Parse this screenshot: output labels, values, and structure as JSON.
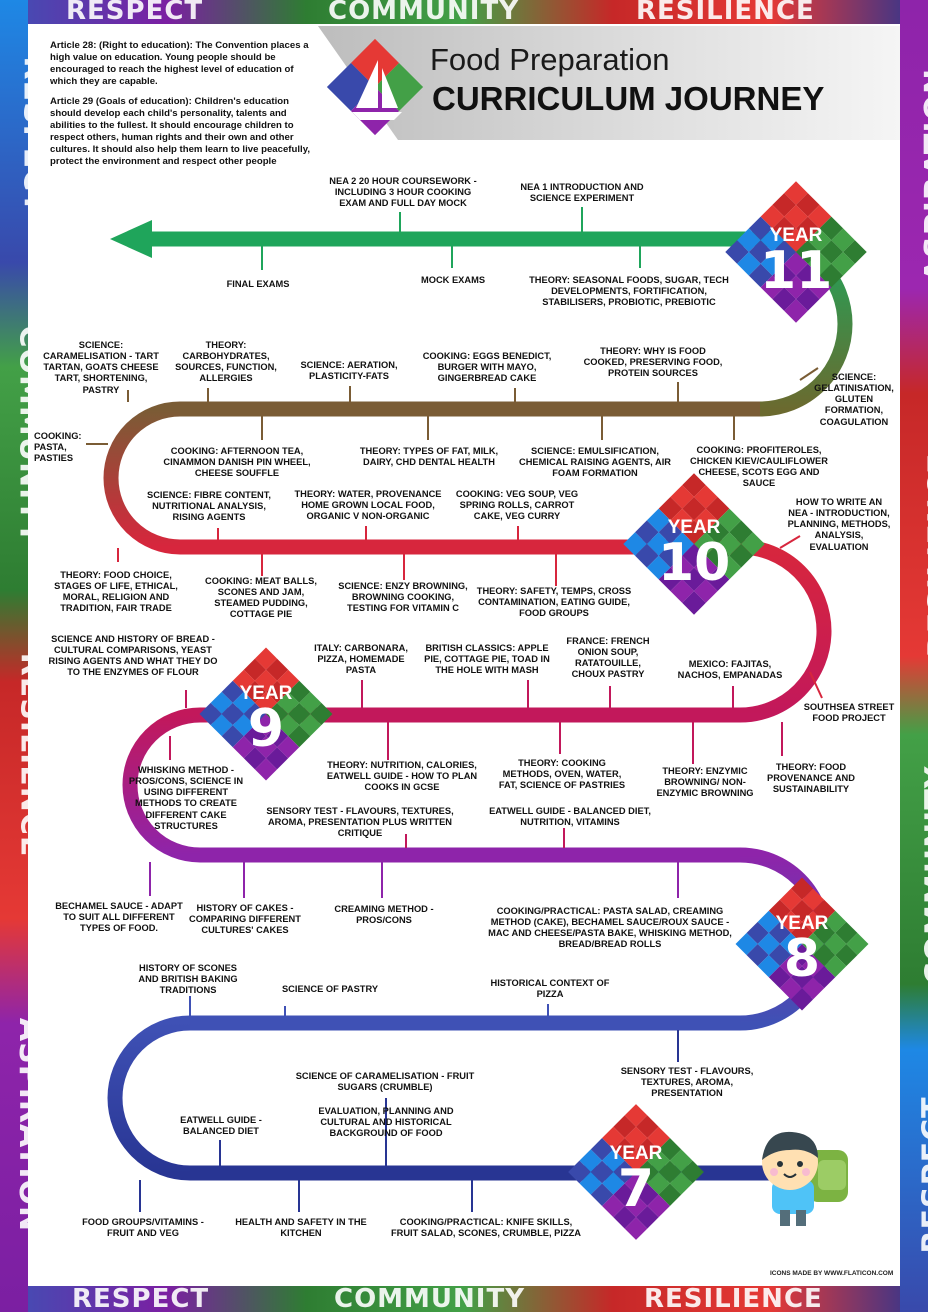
{
  "border": {
    "respect": "RESPECT",
    "community": "COMMUNITY",
    "resilience": "RESILIENCE",
    "aspiration": "ASPIRATION"
  },
  "intro": {
    "article28": "Article 28: (Right to education): The Convention places a high value on education. Young people should be encouraged to reach the highest level of education of which they are capable.",
    "article29": "Article 29 (Goals of education): Children's education should develop each child's personality, talents and abilities to the fullest. It should encourage children to respect others, human rights and their own and other cultures. It should also help them learn to live peacefully, protect the environment and respect other people"
  },
  "title": {
    "line1": "Food Preparation",
    "line2": "CURRICULUM JOURNEY"
  },
  "years": {
    "year_word": "YEAR",
    "y11": "11",
    "y10": "10",
    "y9": "9",
    "y8": "8",
    "y7": "7"
  },
  "labels": {
    "y11_final_exams": "FINAL EXAMS",
    "y11_nea2": "NEA 2 20 HOUR COURSEWORK - INCLUDING 3 HOUR COOKING EXAM AND FULL DAY MOCK",
    "y11_mock": "MOCK EXAMS",
    "y11_nea1": "NEA 1 INTRODUCTION AND SCIENCE EXPERIMENT",
    "y11_theory_seasonal": "THEORY: SEASONAL FOODS, SUGAR, TECH DEVELOPMENTS, FORTIFICATION, STABILISERS, PROBIOTIC, PREBIOTIC",
    "y10_sci_gel": "SCIENCE: GELATINISATION, GLUTEN FORMATION, COAGULATION",
    "y10_theory_why": "THEORY: WHY IS FOOD COOKED, PRESERVING FOOD, PROTEIN SOURCES",
    "y10_cooking_eggs": "COOKING: EGGS BENEDICT, BURGER WITH MAYO, GINGERBREAD CAKE",
    "y10_sci_aeration": "SCIENCE: AERATION, PLASTICITY-FATS",
    "y10_theory_carbs": "THEORY: CARBOHYDRATES, SOURCES, FUNCTION, ALLERGIES",
    "y10_sci_caramel": "SCIENCE: CARAMELISATION - TART TARTAN, GOATS CHEESE TART, SHORTENING, PASTRY",
    "y10_cooking_pasta": "COOKING: PASTA, PASTIES",
    "y10_cooking_afternoon": "COOKING: AFTERNOON TEA, CINAMMON DANISH PIN WHEEL, CHEESE SOUFFLE",
    "y10_theory_fat": "THEORY: TYPES OF FAT, MILK, DAIRY, CHD DENTAL HEALTH",
    "y10_sci_emulsification": "SCIENCE: EMULSIFICATION, CHEMICAL RAISING AGENTS, AIR FOAM FORMATION",
    "y10_cooking_profiteroles": "COOKING: PROFITEROLES, CHICKEN KIEV/CAULIFLOWER CHEESE, SCOTS EGG AND SAUCE",
    "y10_how_nea": "HOW TO WRITE AN NEA - INTRODUCTION, PLANNING, METHODS, ANALYSIS, EVALUATION",
    "y10_cooking_veg": "COOKING: VEG SOUP, VEG SPRING ROLLS, CARROT CAKE, VEG CURRY",
    "y10_theory_water": "THEORY: WATER, PROVENANCE HOME GROWN LOCAL FOOD, ORGANIC V NON-ORGANIC",
    "y10_sci_fibre": "SCIENCE: FIBRE CONTENT, NUTRITIONAL ANALYSIS, RISING AGENTS",
    "y10_theory_choice": "THEORY: FOOD CHOICE, STAGES OF LIFE, ETHICAL, MORAL, RELIGION AND TRADITION, FAIR TRADE",
    "y10_cooking_meat": "COOKING: MEAT BALLS, SCONES AND JAM, STEAMED PUDDING, COTTAGE PIE",
    "y10_sci_enzy": "SCIENCE: ENZY BROWNING, BROWNING COOKING, TESTING FOR VITAMIN C",
    "y10_theory_safety": "THEORY: SAFETY, TEMPS, CROSS CONTAMINATION, EATING GUIDE, FOOD GROUPS",
    "y9_southsea": "SOUTHSEA STREET FOOD PROJECT",
    "y9_mexico": "MEXICO: FAJITAS, NACHOS, EMPANADAS",
    "y9_france": "FRANCE: FRENCH ONION SOUP, RATATOUILLE, CHOUX PASTRY",
    "y9_british": "BRITISH CLASSICS: APPLE PIE, COTTAGE PIE, TOAD IN THE HOLE WITH MASH",
    "y9_italy": "ITALY: CARBONARA, PIZZA, HOMEMADE PASTA",
    "y9_bread": "SCIENCE AND HISTORY OF BREAD - CULTURAL COMPARISONS, YEAST RISING AGENTS AND WHAT THEY DO TO THE ENZYMES OF FLOUR",
    "y9_whisking": "WHISKING METHOD - PROS/CONS, SCIENCE IN USING DIFFERENT METHODS TO CREATE DIFFERENT CAKE STRUCTURES",
    "y9_theory_nutrition": "THEORY: NUTRITION, CALORIES, EATWELL GUIDE - HOW TO PLAN COOKS IN GCSE",
    "y9_theory_cooking": "THEORY: COOKING METHODS, OVEN, WATER, FAT, SCIENCE OF PASTRIES",
    "y9_theory_enzymic": "THEORY: ENZYMIC BROWNING/ NON-ENZYMIC BROWNING",
    "y9_theory_provenance": "THEORY: FOOD PROVENANCE AND SUSTAINABILITY",
    "y9_sensory": "SENSORY TEST - FLAVOURS, TEXTURES, AROMA, PRESENTATION PLUS WRITTEN CRITIQUE",
    "y9_eatwell": "EATWELL GUIDE - BALANCED DIET, NUTRITION, VITAMINS",
    "y8_bechamel": "BECHAMEL SAUCE - ADAPT TO SUIT ALL DIFFERENT TYPES OF FOOD.",
    "y8_history_cakes": "HISTORY OF CAKES - COMPARING DIFFERENT CULTURES' CAKES",
    "y8_creaming": "CREAMING METHOD - PROS/CONS",
    "y8_practical": "COOKING/PRACTICAL: PASTA SALAD, CREAMING METHOD (CAKE), BECHAMEL SAUCE/ROUX SAUCE - MAC AND CHEESE/PASTA BAKE, WHISKING METHOD, BREAD/BREAD ROLLS",
    "y8_scones": "HISTORY OF SCONES AND BRITISH BAKING TRADITIONS",
    "y8_pastry": "SCIENCE OF PASTRY",
    "y8_pizza": "HISTORICAL CONTEXT OF PIZZA",
    "y7_caramel": "SCIENCE OF CARAMELISATION - FRUIT SUGARS (CRUMBLE)",
    "y7_sensory": "SENSORY TEST - FLAVOURS, TEXTURES, AROMA, PRESENTATION",
    "y7_eatwell": "EATWELL GUIDE - BALANCED DIET",
    "y7_evaluation": "EVALUATION, PLANNING AND CULTURAL AND HISTORICAL BACKGROUND OF FOOD",
    "y7_food_groups": "FOOD GROUPS/VITAMINS - FRUIT AND VEG",
    "y7_health": "HEALTH AND SAFETY IN THE KITCHEN",
    "y7_practical": "COOKING/PRACTICAL: KNIFE SKILLS, FRUIT SALAD, SCONES, CRUMBLE, PIZZA"
  },
  "credit": "ICONS MADE BY WWW.FLATICON.COM",
  "colors": {
    "y11": "#1fa55b",
    "y10a": "#7a5c35",
    "y10b": "#d7263d",
    "y9": "#c2185b",
    "y8": "#8e24aa",
    "y7": "#283593"
  }
}
